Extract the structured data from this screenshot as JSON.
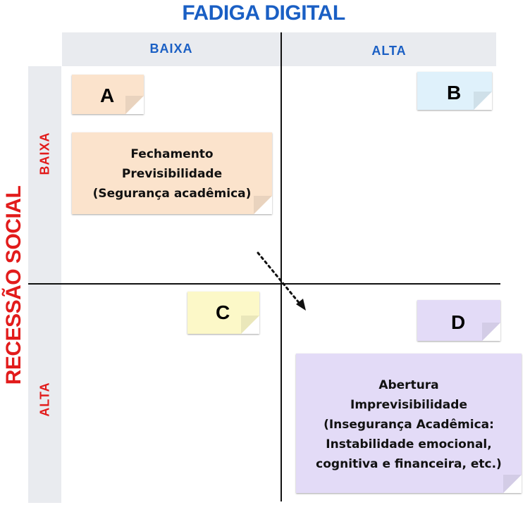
{
  "x_axis": {
    "title": "FADIGA DIGITAL",
    "low_label": "BAIXA",
    "high_label": "ALTA",
    "color": "#1a5fc4"
  },
  "y_axis": {
    "title": "RECESSÃO SOCIAL",
    "low_label": "BAIXA",
    "high_label": "ALTA",
    "color": "#e21b1b"
  },
  "quadrants": {
    "a": {
      "letter": "A",
      "color": "#fbe3cc"
    },
    "b": {
      "letter": "B",
      "color": "#dff1fb"
    },
    "c": {
      "letter": "C",
      "color": "#fcf8c8"
    },
    "d": {
      "letter": "D",
      "color": "#e3dbf7"
    }
  },
  "notes": {
    "closure": {
      "color": "#fbe3cc",
      "lines": [
        "Fechamento",
        "Previsibilidade",
        "(Segurança acadêmica)"
      ]
    },
    "opening": {
      "color": "#e3dbf7",
      "lines": [
        "Abertura",
        "Imprevisibilidade",
        "(Insegurança Acadêmica:",
        "Instabilidade emocional,",
        "cognitiva e financeira, etc.)"
      ]
    }
  },
  "header_bg": "#e9ebef"
}
